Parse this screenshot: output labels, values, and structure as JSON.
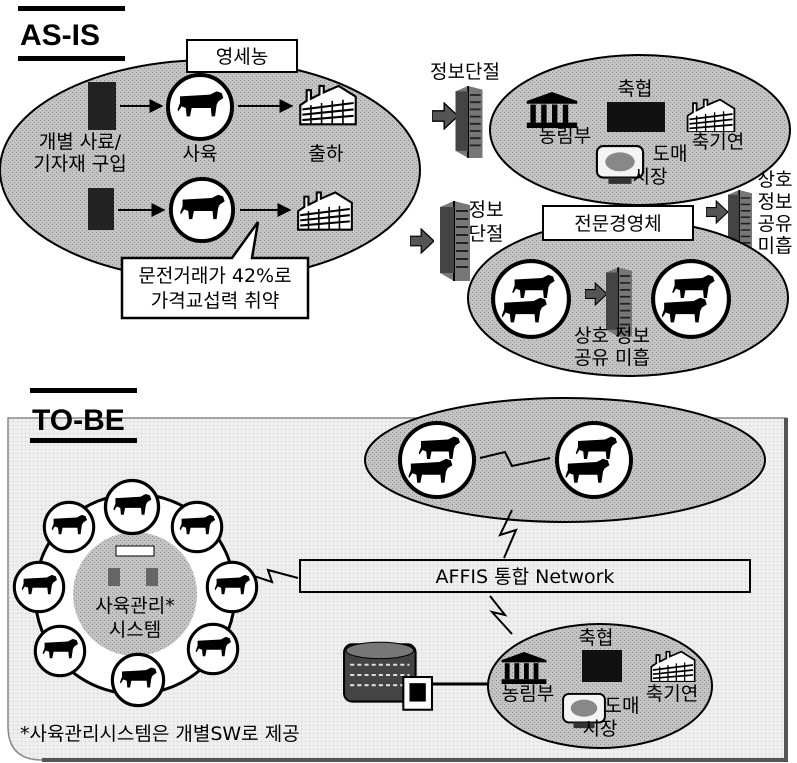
{
  "as_is": {
    "title": "AS-IS",
    "small_farm": "영세농",
    "purchase_line1": "개별 사료/",
    "purchase_line2": "기자재 구입",
    "breeding": "사육",
    "shipping": "출하",
    "info_cut_top": "정보단절",
    "org_coop": "축협",
    "org_ministry": "농림부",
    "org_institute": "축기연",
    "org_market_line1": "도매",
    "org_market_line2": "시장",
    "callout_line1": "문전거래가 42%로",
    "callout_line2": "가격교섭력 취약",
    "info_cut_mid_line1": "정보",
    "info_cut_mid_line2": "단절",
    "professional": "전문경영체",
    "share_v1": "상호",
    "share_v2": "정보",
    "share_v3": "공유",
    "share_v4": "미흡",
    "share_line1": "상호 정보",
    "share_line2": "공유 미흡"
  },
  "to_be": {
    "title": "TO-BE",
    "network": "AFFIS 통합 Network",
    "system_line1": "사육관리*",
    "system_line2": "시스템",
    "org_coop": "축협",
    "org_ministry": "농림부",
    "org_institute": "축기연",
    "org_market_line1": "도매",
    "org_market_line2": "시장",
    "footnote": "*사육관리시스템은 개별SW로 제공"
  },
  "colors": {
    "ellipse_fill": "#b9b9b9",
    "panel_fill": "#ececec",
    "ink": "#000000"
  }
}
